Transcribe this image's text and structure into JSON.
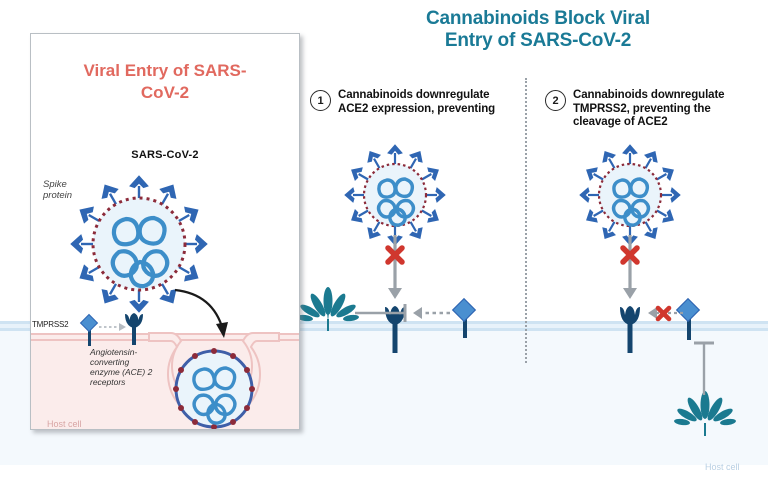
{
  "main_title": {
    "line1": "Cannabinoids Block Viral",
    "line2": "Entry of SARS-CoV-2",
    "color": "#1a7a96"
  },
  "left_panel": {
    "title_line1": "Viral Entry of SARS-",
    "title_line2": "CoV-2",
    "title_color": "#e1695f",
    "virus_label": "SARS-CoV-2",
    "spike_label_line1": "Spike",
    "spike_label_line2": "protein",
    "tmprss2_label": "TMPRSS2",
    "ace2_label_line1": "Angiotensin-",
    "ace2_label_line2": "converting",
    "ace2_label_line3": "enzyme (ACE) 2",
    "ace2_label_line4": "receptors",
    "host_cell_label": "Host cell",
    "host_cell_color": "#fbeceb"
  },
  "steps": [
    {
      "number": "1",
      "text_line1": "Cannabinoids downregulate",
      "text_line2": "ACE2 expression, preventing"
    },
    {
      "number": "2",
      "text_line1": "Cannabinoids downregulate",
      "text_line2": "TMPRSS2, preventing the",
      "text_line3": "cleavage of ACE2"
    }
  ],
  "right_panel": {
    "host_cell_label": "Host cell",
    "membrane_color": "#cfe3f2",
    "cytoplasm_color": "#f4f9fd"
  },
  "legend_colors": {
    "virus_envelope": "#8c2b3a",
    "virus_body": "#eaf4fb",
    "spike_protein": "#2f66b3",
    "rna": "#3d8ec9",
    "ace2_receptor": "#14456e",
    "tmprss2_protein": "#4a8fd0",
    "cannabis_leaf": "#1b7a90",
    "block_x": "#d0372e",
    "arrow_gray": "#9aa1a8"
  }
}
